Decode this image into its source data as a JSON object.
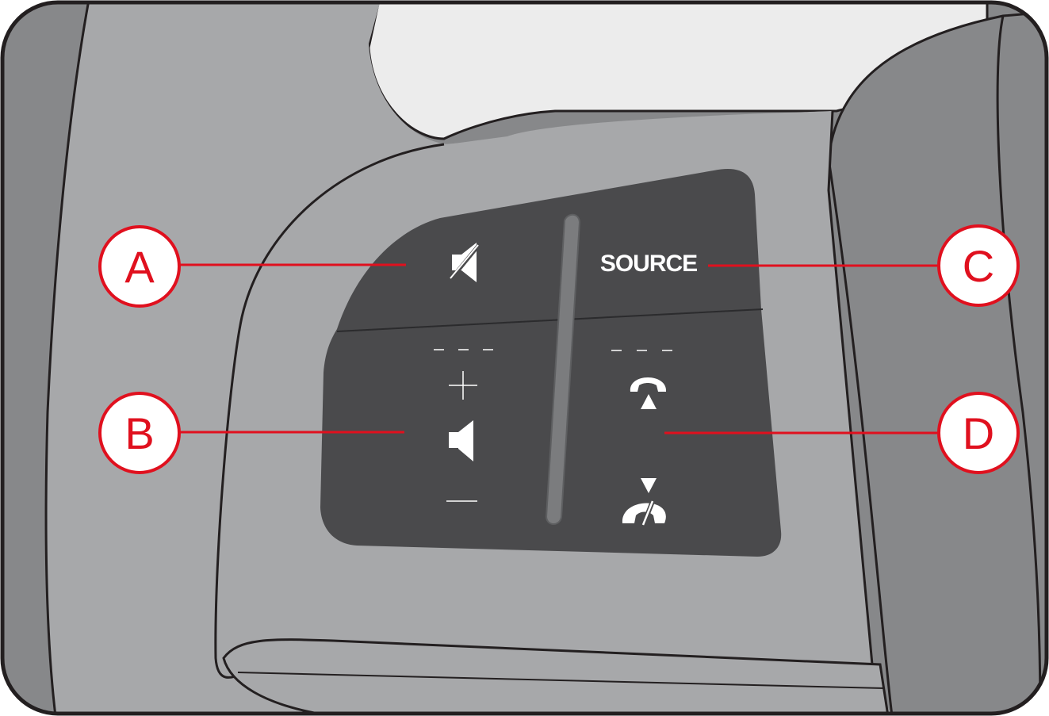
{
  "panel": {
    "source_label": "SOURCE"
  },
  "callouts": [
    {
      "id": "a",
      "letter": "A"
    },
    {
      "id": "b",
      "letter": "B"
    },
    {
      "id": "c",
      "letter": "C"
    },
    {
      "id": "d",
      "letter": "D"
    }
  ],
  "icons": {
    "mute": "speaker-mute-icon",
    "volume": "speaker-icon",
    "volume_up": "plus-icon",
    "volume_down": "minus-icon",
    "call_answer": "phone-answer-icon",
    "call_end": "phone-hangup-icon"
  },
  "colors": {
    "outer_gray": "#87888a",
    "mid_gray": "#a7a8aa",
    "light_gray": "#ececec",
    "panel_dark": "#4a4a4c",
    "callout_red": "#e0101e",
    "outline": "#231f20"
  }
}
